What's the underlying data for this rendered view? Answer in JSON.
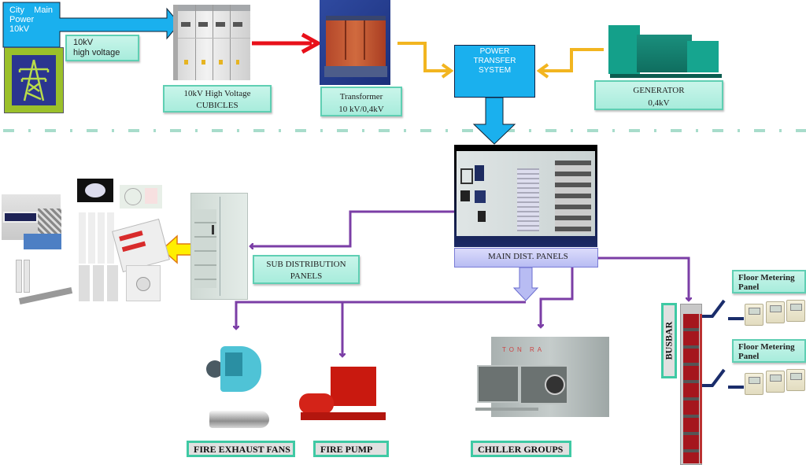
{
  "diagram": {
    "title": "Building Power Distribution Diagram",
    "colors": {
      "city_power_blue": "#1ab0ee",
      "label_green": "#b5f0e2",
      "label_border_green": "#5fcfb3",
      "red_arrow": "#e8101a",
      "yellow_arrow": "#f2b520",
      "purple_line": "#7b3ea6",
      "main_panel_label": "#c7c9f7",
      "divider": "#a8dccb",
      "navy_link": "#1a2d6b"
    },
    "nodes": {
      "city_power": {
        "label_line1": "City    Main",
        "label_line2": "Power",
        "label_line3": "10kV",
        "icon": "power-pylon-icon"
      },
      "high_voltage": {
        "line1": "10kV",
        "line2": "high voltage"
      },
      "cubicles": {
        "line1": "10kV High Voltage",
        "line2": "CUBICLES"
      },
      "transformer": {
        "line1": "Transformer",
        "line2": "10 kV/0,4kV"
      },
      "power_transfer": {
        "line1": "POWER",
        "line2": "TRANSFER",
        "line3": "SYSTEM"
      },
      "generator": {
        "line1": "GENERATOR",
        "line2": "0,4kV"
      },
      "main_dist": {
        "label": "MAIN DIST. PANELS"
      },
      "sub_dist": {
        "line1": "SUB DISTRIBUTION",
        "line2": "PANELS"
      },
      "fire_exhaust": {
        "label": "FIRE EXHAUST FANS"
      },
      "fire_pump": {
        "label": "FIRE PUMP"
      },
      "chiller": {
        "label": "CHILLER GROUPS",
        "brand_text": "TON RA"
      },
      "busbar": {
        "label": "BUSBAR"
      },
      "floor_meter_1": {
        "line1": "Floor Metering",
        "line2": "Panel"
      },
      "floor_meter_2": {
        "line1": "Floor Metering",
        "line2": "Panel"
      }
    },
    "connections": [
      {
        "from": "city_power",
        "to": "cubicles",
        "style": "blue-block-arrow"
      },
      {
        "from": "cubicles",
        "to": "transformer",
        "style": "red-arrow"
      },
      {
        "from": "transformer",
        "to": "power_transfer",
        "style": "yellow-arrow"
      },
      {
        "from": "generator",
        "to": "power_transfer",
        "style": "yellow-arrow"
      },
      {
        "from": "power_transfer",
        "to": "main_dist",
        "style": "blue-block-arrow"
      },
      {
        "from": "main_dist",
        "to": "sub_dist",
        "style": "purple-arrow"
      },
      {
        "from": "main_dist",
        "to": "fire_exhaust",
        "style": "purple-arrow"
      },
      {
        "from": "main_dist",
        "to": "fire_pump",
        "style": "purple-arrow"
      },
      {
        "from": "main_dist",
        "to": "chiller",
        "style": "purple-arrow"
      },
      {
        "from": "main_dist",
        "to": "busbar",
        "style": "purple-arrow"
      },
      {
        "from": "sub_dist",
        "to": "lighting_and_sockets",
        "style": "yellow-block-arrow"
      },
      {
        "from": "busbar",
        "to": "floor_meter_1",
        "style": "navy-switch"
      },
      {
        "from": "busbar",
        "to": "floor_meter_2",
        "style": "navy-switch"
      }
    ]
  }
}
